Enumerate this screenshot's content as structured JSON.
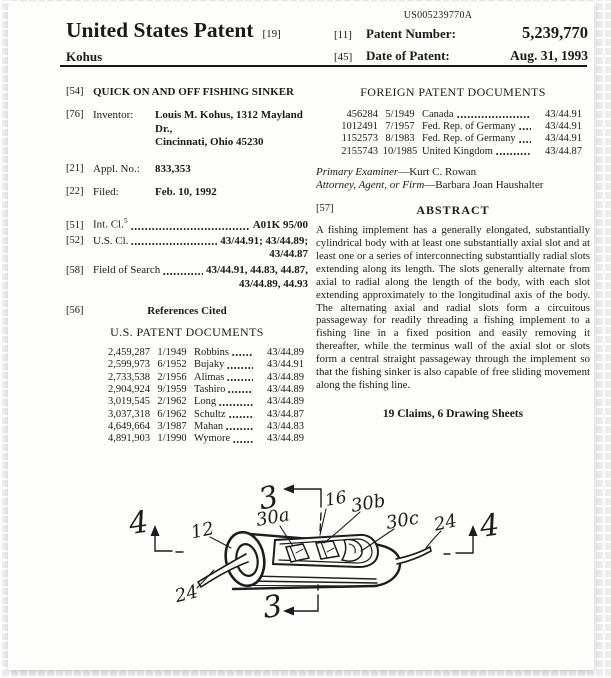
{
  "header": {
    "doc_number": "US005239770A",
    "title": "United States Patent",
    "title_bracket": "[19]",
    "inventor_surname": "Kohus",
    "patent_number_bracket": "[11]",
    "patent_number_label": "Patent Number:",
    "patent_number": "5,239,770",
    "date_bracket": "[45]",
    "date_label": "Date of Patent:",
    "date_value": "Aug. 31, 1993"
  },
  "left": {
    "s54": {
      "bracket": "[54]",
      "title": "QUICK ON AND OFF FISHING SINKER"
    },
    "s76": {
      "bracket": "[76]",
      "label": "Inventor:",
      "value_line1": "Louis M. Kohus, 1312 Mayland Dr.,",
      "value_line2": "Cincinnati, Ohio 45230"
    },
    "s21": {
      "bracket": "[21]",
      "label": "Appl. No.:",
      "value": "833,353"
    },
    "s22": {
      "bracket": "[22]",
      "label": "Filed:",
      "value": "Feb. 10, 1992"
    },
    "s51": {
      "bracket": "[51]",
      "label": "Int. Cl.",
      "label_sup": "5",
      "value": "A01K 95/00"
    },
    "s52": {
      "bracket": "[52]",
      "label": "U.S. Cl.",
      "value_line1": "43/44.91; 43/44.89;",
      "value_line2": "43/44.87"
    },
    "s58": {
      "bracket": "[58]",
      "label": "Field of Search",
      "value_line1": "43/44.91, 44.83, 44.87,",
      "value_line2": "43/44.89, 44.93"
    },
    "s56": {
      "bracket": "[56]",
      "title": "References Cited"
    },
    "us_docs_title": "U.S. PATENT DOCUMENTS",
    "us_docs": [
      {
        "no": "2,459,287",
        "date": "1/1949",
        "name": "Robbins",
        "cls": "43/44.89"
      },
      {
        "no": "2,599,973",
        "date": "6/1952",
        "name": "Bujaky",
        "cls": "43/44.91"
      },
      {
        "no": "2,733,538",
        "date": "2/1956",
        "name": "Alimas",
        "cls": "43/44.89"
      },
      {
        "no": "2,904,924",
        "date": "9/1959",
        "name": "Tashiro",
        "cls": "43/44.89"
      },
      {
        "no": "3,019,545",
        "date": "2/1962",
        "name": "Long",
        "cls": "43/44.89"
      },
      {
        "no": "3,037,318",
        "date": "6/1962",
        "name": "Schultz",
        "cls": "43/44.87"
      },
      {
        "no": "4,649,664",
        "date": "3/1987",
        "name": "Mahan",
        "cls": "43/44.83"
      },
      {
        "no": "4,891,903",
        "date": "1/1990",
        "name": "Wymore",
        "cls": "43/44.89"
      }
    ]
  },
  "right": {
    "foreign_title": "FOREIGN PATENT DOCUMENTS",
    "foreign_docs": [
      {
        "no": "456284",
        "date": "5/1949",
        "country": "Canada",
        "cls": "43/44.91"
      },
      {
        "no": "1012491",
        "date": "7/1957",
        "country": "Fed. Rep. of Germany",
        "cls": "43/44.91"
      },
      {
        "no": "1152573",
        "date": "8/1983",
        "country": "Fed. Rep. of Germany",
        "cls": "43/44.91"
      },
      {
        "no": "2155743",
        "date": "10/1985",
        "country": "United Kingdom",
        "cls": "43/44.87"
      }
    ],
    "examiner_label": "Primary Examiner",
    "examiner_name": "—Kurt C. Rowan",
    "attorney_label": "Attorney, Agent, or Firm",
    "attorney_name": "—Barbara Joan Haushalter",
    "abstract_bracket": "[57]",
    "abstract_title": "ABSTRACT",
    "abstract_text": "A fishing implement has a generally elongated, substantially cylindrical body with at least one substantially axial slot and at least one or a series of interconnecting substantially radial slots extending along its length. The slots generally alternate from axial to radial along the length of the body, with each slot extending approximately to the longitudinal axis of the body. The alternating axial and radial slots form a circuitous passageway for readily threading a fishing implement to a fishing line in a fixed position and easily removing it thereafter, while the terminus wall of the axial slot or slots form a central straight passageway through the implement so that the fishing sinker is also capable of free sliding movement along the fishing line.",
    "claims_line": "19 Claims, 6 Drawing Sheets"
  },
  "figure": {
    "labels": {
      "sec3_top": "3",
      "sec3_bottom": "3",
      "sec4_left": "4",
      "sec4_right": "4",
      "ref12": "12",
      "ref16": "16",
      "ref24_left": "24",
      "ref24_right": "24",
      "ref30a": "30a",
      "ref30b": "30b",
      "ref30c": "30c"
    }
  },
  "colors": {
    "ink": "#1b1b1b",
    "paper": "#fdfdfb"
  }
}
